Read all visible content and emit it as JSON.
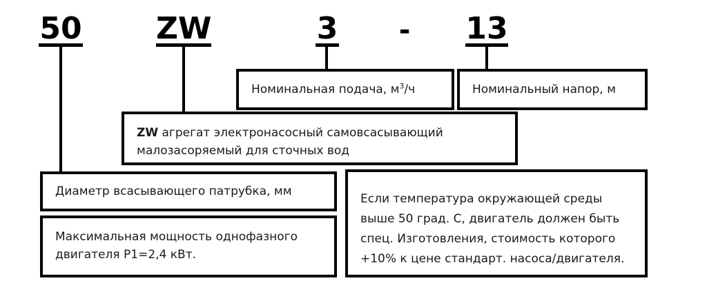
{
  "diagram": {
    "title": "ZW pump designation key",
    "accent_color": "#000000",
    "background_color": "#ffffff",
    "text_color": "#1a1a1a"
  },
  "code": {
    "tokens": [
      {
        "id": "suction-diameter",
        "text": "50"
      },
      {
        "id": "series",
        "text": "ZW"
      },
      {
        "id": "flow",
        "text": "3"
      },
      {
        "id": "separator",
        "text": "-"
      },
      {
        "id": "head",
        "text": "13"
      }
    ]
  },
  "callouts": {
    "flow": {
      "label": "Номинальная подача, м",
      "superscript": "3",
      "label_tail": "/ч"
    },
    "head": {
      "label": "Номинальный напор, м"
    },
    "series": {
      "lead": "ZW",
      "label": " агрегат электронасосный самовсасывающий малозасоряемый для сточных вод"
    },
    "suction": {
      "label": "Диаметр всасывающего патрубка, мм"
    },
    "power": {
      "label": "Максимальная мощность однофазного двигателя Р1=2,4 кВт."
    },
    "note": {
      "label": "Если температура окружающей среды выше 50 град. С, двигатель должен быть спец. Изготовления, стоимость которого +10% к цене стандарт. насоса/двигателя."
    }
  }
}
